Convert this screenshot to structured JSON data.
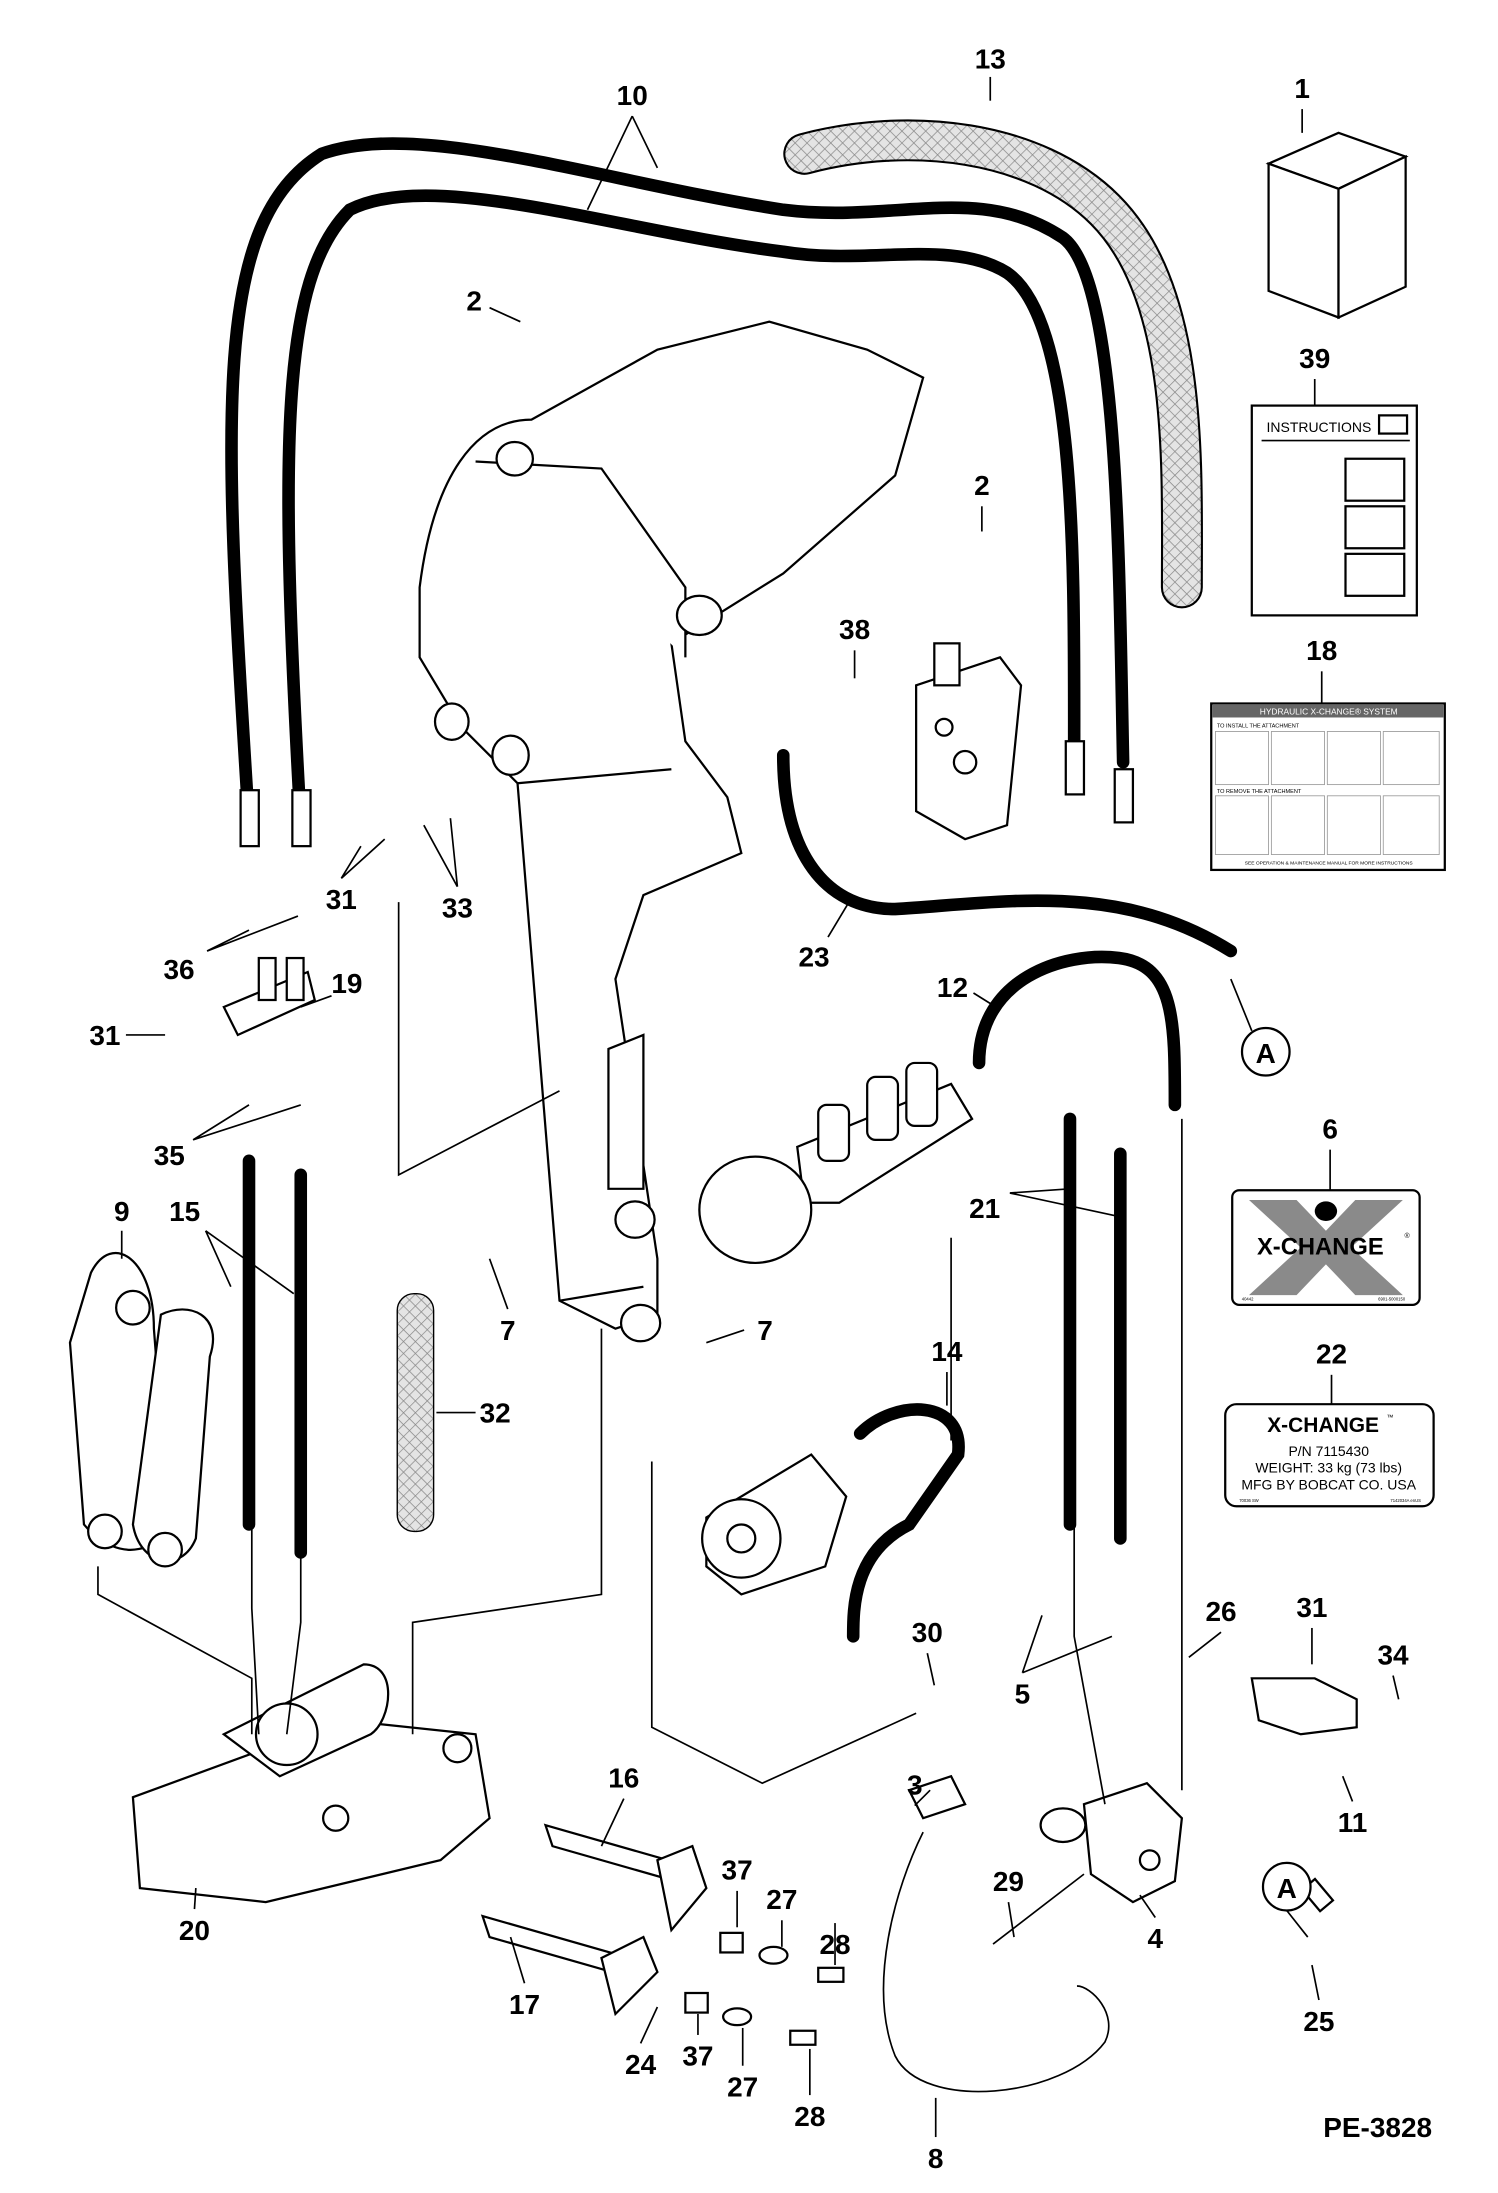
{
  "drawing_id": "PE-3828",
  "callouts": [
    "13",
    "10",
    "1",
    "2",
    "2",
    "39",
    "18",
    "38",
    "31",
    "33",
    "36",
    "19",
    "31",
    "23",
    "12",
    "35",
    "9",
    "15",
    "21",
    "6",
    "7",
    "7",
    "32",
    "14",
    "22",
    "16",
    "30",
    "31",
    "26",
    "34",
    "5",
    "11",
    "3",
    "29",
    "37",
    "27",
    "28",
    "20",
    "4",
    "17",
    "24",
    "37",
    "27",
    "28",
    "25",
    "8"
  ],
  "connector_marks": [
    "A",
    "A"
  ],
  "decal_39": {
    "title": "INSTRUCTIONS"
  },
  "decal_18": {
    "title": "HYDRAULIC X-CHANGE® SYSTEM",
    "section_1": "TO INSTALL THE ATTACHMENT",
    "section_2": "TO REMOVE THE ATTACHMENT",
    "footer": "SEE OPERATION & MAINTENANCE MANUAL FOR MORE INSTRUCTIONS"
  },
  "decal_6": {
    "text": "X-CHANGE",
    "mark": "®",
    "code_left": "40442",
    "code_right": "6901-5000150"
  },
  "decal_22": {
    "title": "X-CHANGE",
    "tm": "™",
    "part_number": "P/N 7115430",
    "weight": "WEIGHT:  33 kg (73 lbs)",
    "mfg": "MFG BY BOBCAT CO. USA",
    "code_left": "70036 SW",
    "code_right": "7142034A enUS"
  },
  "colors": {
    "line": "#000000",
    "decal_gray": "#8a8a8a",
    "sleeve": "#bbbbbb"
  }
}
